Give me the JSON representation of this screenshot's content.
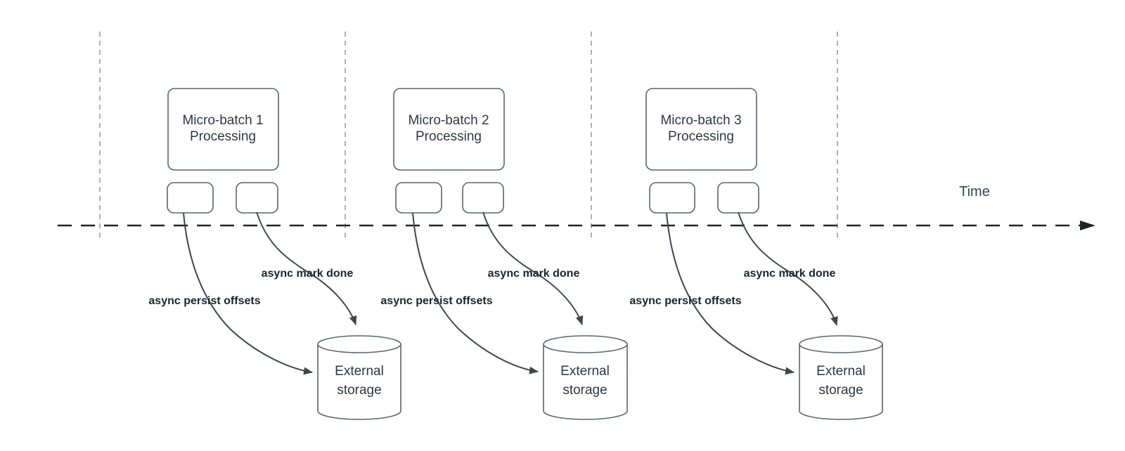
{
  "diagram": {
    "timeline": {
      "label": "Time"
    },
    "batches": [
      {
        "title_line1": "Micro-batch 1",
        "title_line2": "Processing",
        "persist_label": "async persist offsets",
        "done_label": "async mark done",
        "storage_line1": "External",
        "storage_line2": "storage"
      },
      {
        "title_line1": "Micro-batch 2",
        "title_line2": "Processing",
        "persist_label": "async persist offsets",
        "done_label": "async mark done",
        "storage_line1": "External",
        "storage_line2": "storage"
      },
      {
        "title_line1": "Micro-batch 3",
        "title_line2": "Processing",
        "persist_label": "async persist offsets",
        "done_label": "async mark done",
        "storage_line1": "External",
        "storage_line2": "storage"
      }
    ],
    "colors": {
      "connector": "#3f4652",
      "shape_border": "#5b6470",
      "guide_dashed": "#a8a8a8",
      "timeline": "#1f2329",
      "shape_text": "#2f3745",
      "edge_label_text": "#1b2330",
      "background": "#ffffff"
    }
  }
}
